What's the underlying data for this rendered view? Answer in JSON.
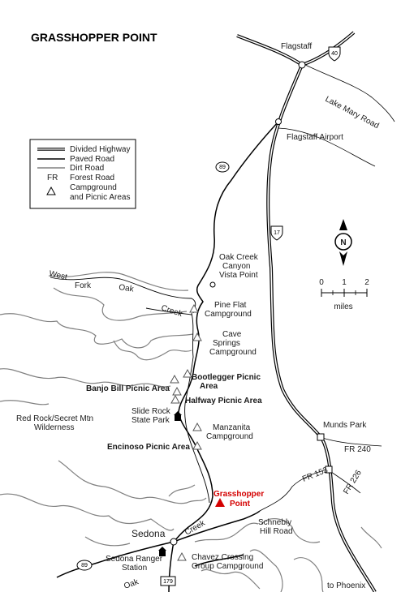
{
  "title": "GRASSHOPPER POINT",
  "legend": {
    "divided_highway": "Divided Highway",
    "paved_road": "Paved Road",
    "dirt_road": "Dirt Road",
    "forest_road_code": "FR",
    "forest_road": "Forest Road",
    "campground_line1": "Campground",
    "campground_line2": "and Picnic Areas"
  },
  "compass": {
    "north": "N"
  },
  "scale": {
    "t0": "0",
    "t1": "1",
    "t2": "2",
    "unit": "miles"
  },
  "places": {
    "flagstaff": "Flagstaff",
    "flagstaff_airport": "Flagstaff Airport",
    "lake_mary_road": "Lake Mary Road",
    "oak_creek_vista_1": "Oak Creek",
    "oak_creek_vista_2": "Canyon",
    "oak_creek_vista_3": "Vista Point",
    "pine_flat_1": "Pine Flat",
    "pine_flat_2": "Campground",
    "cave_springs_1": "Cave",
    "cave_springs_2": "Springs",
    "cave_springs_3": "Campground",
    "bootlegger_1": "Bootlegger Picnic",
    "bootlegger_2": "Area",
    "banjo_bill": "Banjo Bill Picnic Area",
    "halfway": "Halfway Picnic Area",
    "slide_rock_1": "Slide Rock",
    "slide_rock_2": "State Park",
    "red_rock_1": "Red Rock/Secret Mtn",
    "red_rock_2": "Wilderness",
    "manzanita_1": "Manzanita",
    "manzanita_2": "Campground",
    "encinoso": "Encinoso Picnic Area",
    "grasshopper_1": "Grasshopper",
    "grasshopper_2": "Point",
    "munds_park": "Munds Park",
    "fr240": "FR 240",
    "fr153": "FR 153",
    "fr226": "FR 226",
    "schnebly_1": "Schnebly",
    "schnebly_2": "Hill Road",
    "sedona": "Sedona",
    "ranger_1": "Sedona Ranger",
    "ranger_2": "Station",
    "chavez_1": "Chavez Crossing",
    "chavez_2": "Group Campground",
    "to_phoenix": "to Phoenix",
    "west": "West",
    "fork": "Fork",
    "oak_upper": "Oak",
    "creek_upper": "Creek",
    "creek_lower": "Creek",
    "oak_lower": "Oak"
  },
  "shields": {
    "i40": "40",
    "i17": "17",
    "us89": "89",
    "sr89": "89",
    "sr179": "179"
  },
  "colors": {
    "highlight": "#d40000",
    "road": "#000000",
    "terrain": "#808080"
  }
}
